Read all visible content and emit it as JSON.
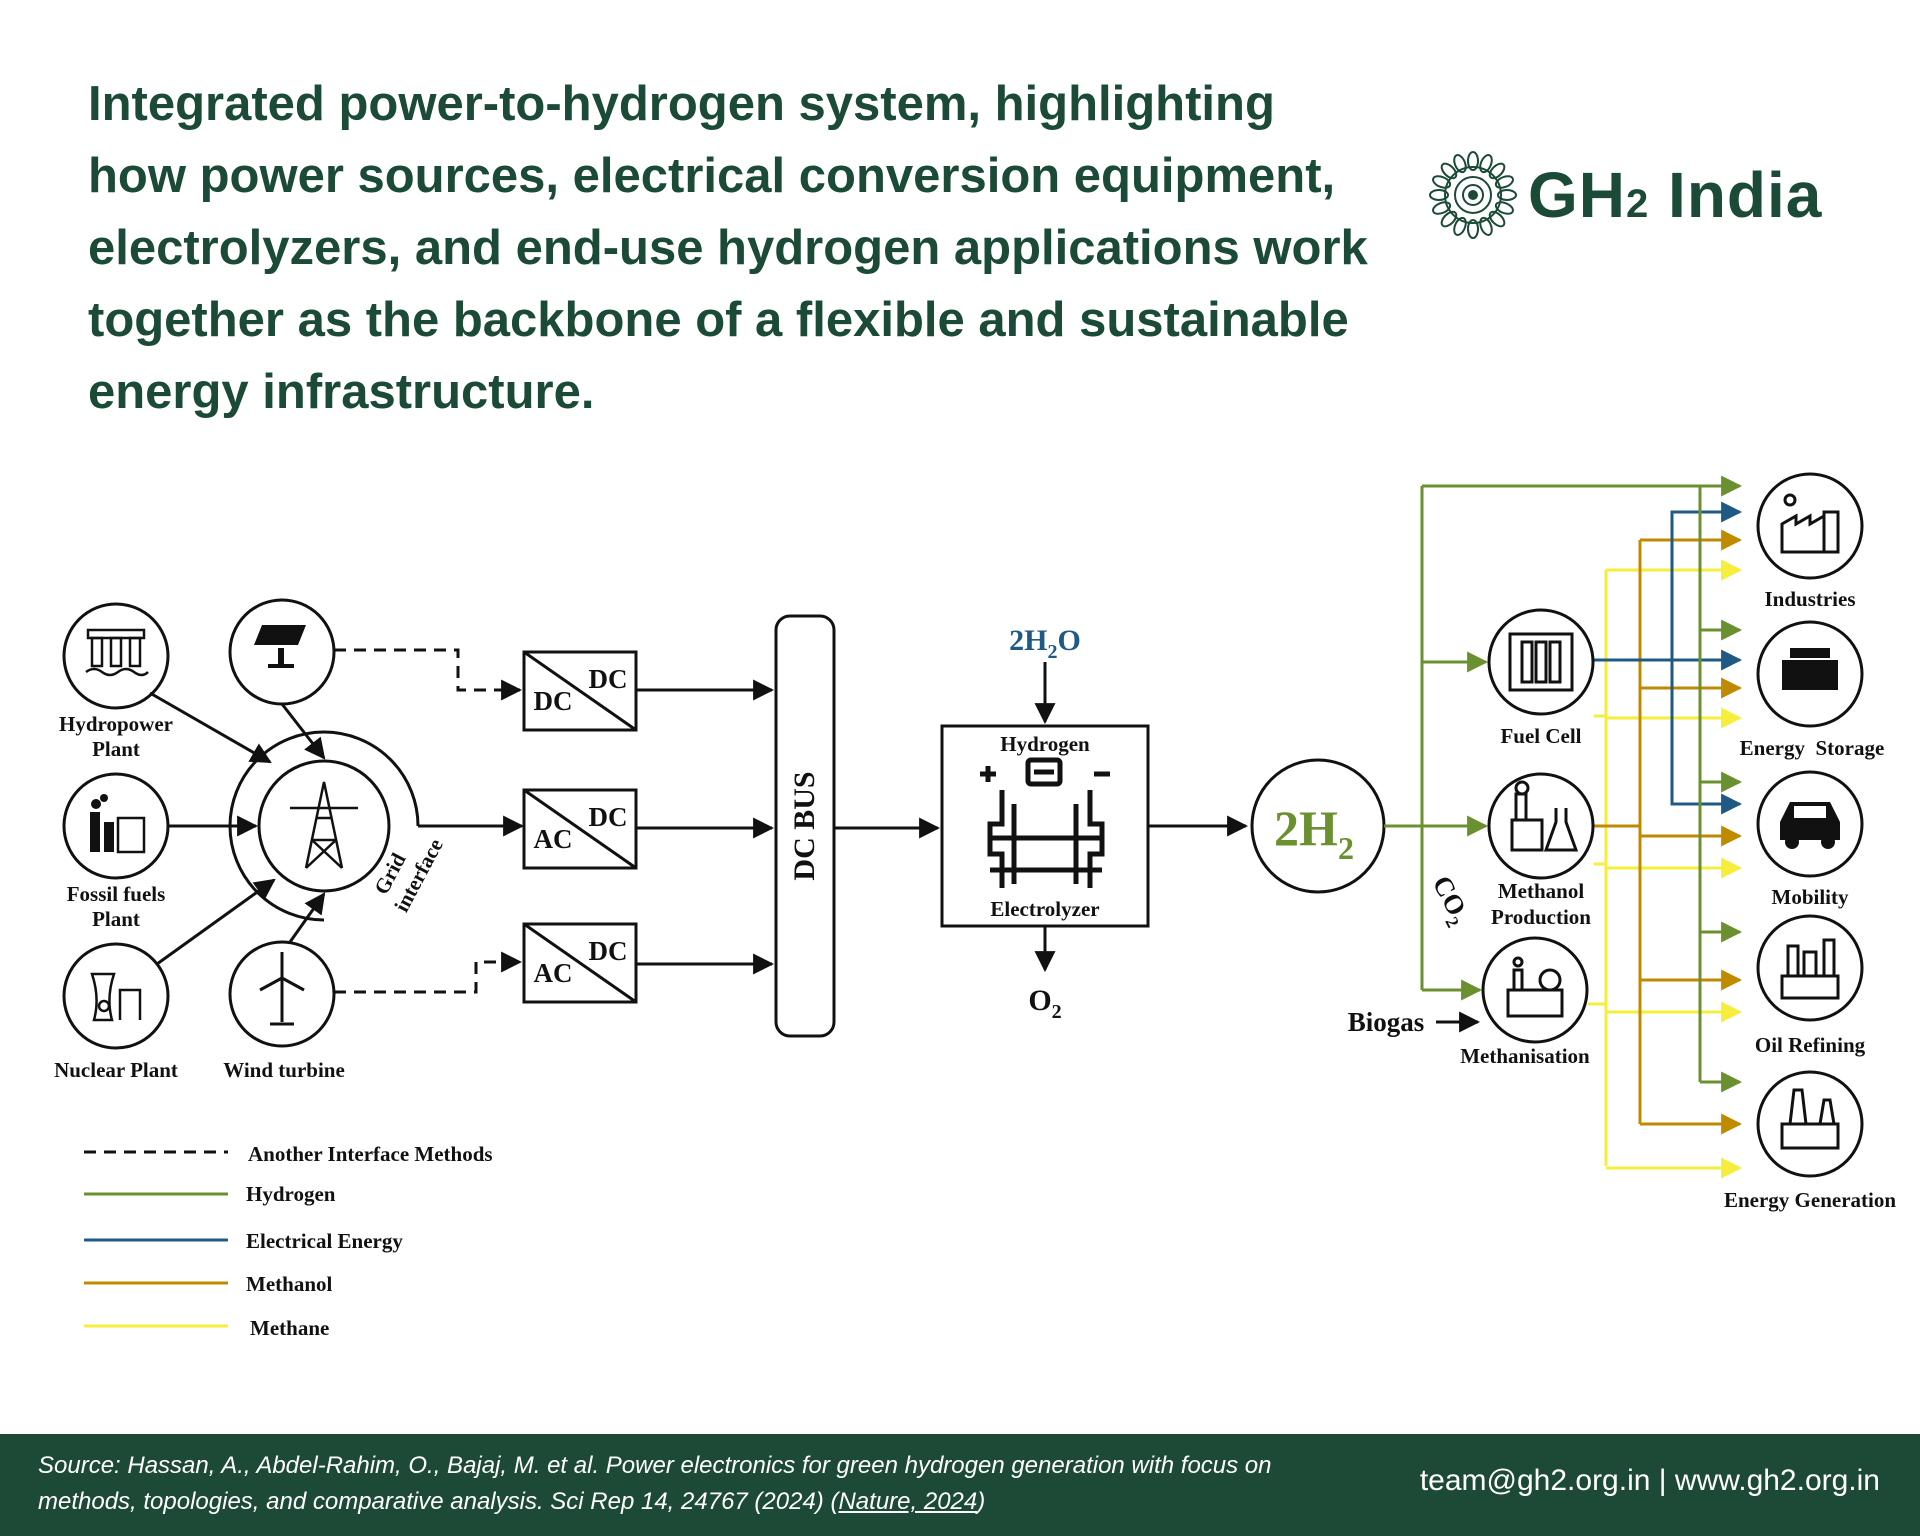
{
  "title": "Integrated power-to-hydrogen system, highlighting how power sources, electrical conversion equipment, electrolyzers, and end-use hydrogen applications work together as the backbone of a flexible and sustainable energy infrastructure.",
  "logo": {
    "name_main": "GH",
    "name_sub": "2",
    "name_rest": " India",
    "icon": "mandala-icon"
  },
  "colors": {
    "brand_green": "#1b4a36",
    "hydrogen": "#6a9030",
    "electrical": "#1f5a85",
    "methanol": "#c08a00",
    "methane": "#f5ee3c"
  },
  "sources": {
    "hydro": [
      "Hydropower",
      "Plant"
    ],
    "fossil": [
      "Fossil fuels",
      "Plant"
    ],
    "nuclear": "Nuclear Plant",
    "wind": "Wind turbine",
    "solar_icon": "solar-panel-icon"
  },
  "grid_interface": [
    "Grid",
    "interface"
  ],
  "converters": [
    {
      "top": "DC",
      "bottom": "DC"
    },
    {
      "top": "DC",
      "bottom": "AC"
    },
    {
      "top": "DC",
      "bottom": "AC"
    }
  ],
  "dc_bus": "DC BUS",
  "electrolyzer": {
    "top": "Hydrogen",
    "bottom": "Electrolyzer",
    "input": {
      "coef": "2H",
      "sub": "2",
      "rest": "O"
    },
    "output": {
      "main": "O",
      "sub": "2"
    }
  },
  "h2_node": {
    "main": "2H",
    "sub": "2"
  },
  "conversions": {
    "fuel_cell": "Fuel Cell",
    "methanol": [
      "Methanol",
      "Production"
    ],
    "methanisation": "Methanisation",
    "co2": {
      "main": "CO",
      "sub": "2"
    },
    "biogas": "Biogas"
  },
  "end_uses": [
    "Industries",
    "Energy  Storage",
    "Mobility",
    "Oil Refining",
    "Energy Generation"
  ],
  "legend": [
    "Another Interface Methods",
    "Hydrogen",
    "Electrical Energy",
    "Methanol",
    "Methane"
  ],
  "footer": {
    "source_text": "Source: Hassan, A., Abdel-Rahim, O., Bajaj, M. et al. Power electronics for green hydrogen generation with focus on methods, topologies, and comparative analysis. Sci Rep 14, 24767 (2024) (",
    "source_link": "Nature, 2024",
    "source_end": ")",
    "contact": "team@gh2.org.in | www.gh2.org.in"
  }
}
